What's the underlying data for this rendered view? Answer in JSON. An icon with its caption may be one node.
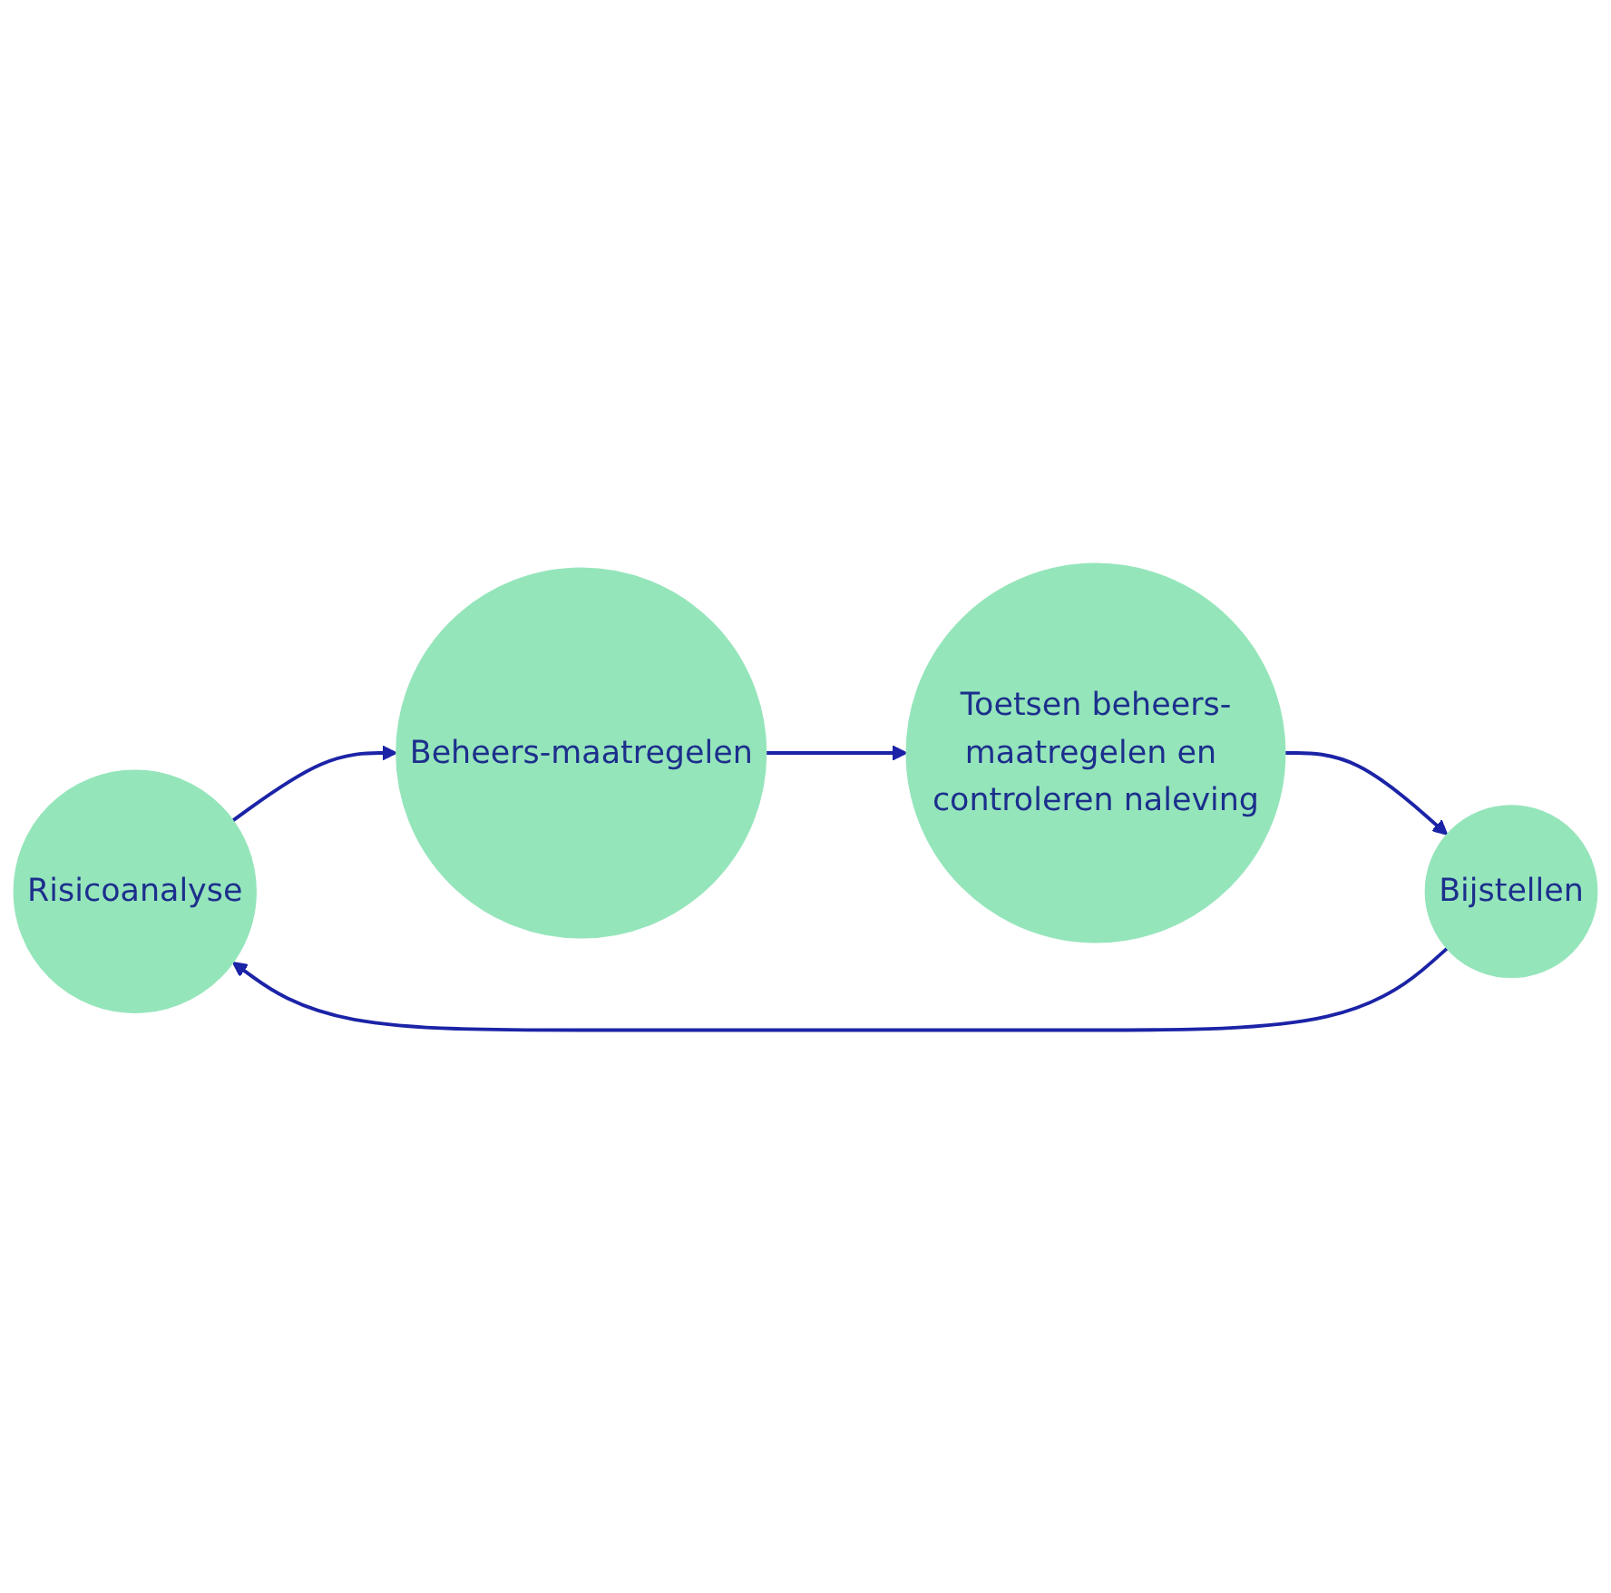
{
  "diagram": {
    "nodes": [
      {
        "text": [
          "Risicoanalyse"
        ]
      },
      {
        "text": [
          "Beheers-maatregelen"
        ]
      },
      {
        "text": [
          "Toetsen beheers-maatregelen en controleren naleving"
        ]
      },
      {
        "text": [
          "Bijstellen"
        ]
      }
    ],
    "edges": [
      {
        "from": 0,
        "to": 1,
        "arrow": "to"
      },
      {
        "from": 1,
        "to": 2,
        "arrow": "to"
      },
      {
        "from": 2,
        "to": 3,
        "arrow": "to"
      },
      {
        "from": 3,
        "to": 0,
        "arrow": "to"
      }
    ]
  }
}
